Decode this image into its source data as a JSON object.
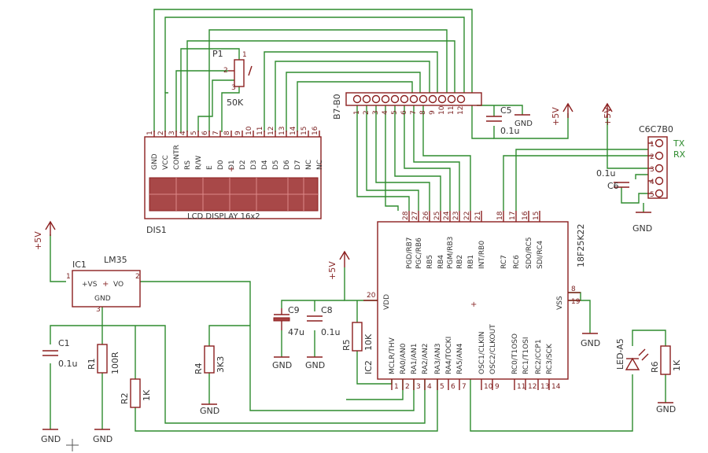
{
  "lcd": {
    "ref": "DIS1",
    "title": "LCD DISPLAY 16x2",
    "pins": [
      "GND",
      "VCC",
      "CONTR",
      "RS",
      "R/W",
      "E",
      "D0",
      "D1",
      "D2",
      "D3",
      "D4",
      "D5",
      "D6",
      "D7",
      "NC",
      "NC"
    ],
    "pin_numbers": [
      "1",
      "2",
      "3",
      "4",
      "5",
      "6",
      "7",
      "8",
      "9",
      "10",
      "11",
      "12",
      "13",
      "14",
      "15",
      "16"
    ]
  },
  "pot": {
    "ref": "P1",
    "value": "50K",
    "pins": [
      "1",
      "2",
      "3"
    ]
  },
  "header_b": {
    "ref": "B7-B0",
    "pins": [
      "1",
      "2",
      "3",
      "4",
      "5",
      "6",
      "7",
      "8",
      "9",
      "10",
      "11",
      "12"
    ]
  },
  "header_c": {
    "ref": "C6C7B0",
    "tx": "TX",
    "rx": "RX",
    "pins": [
      "1",
      "2",
      "3",
      "4",
      "5"
    ]
  },
  "mcu": {
    "ref": "IC2",
    "part": "18F25K22",
    "top_pins": [
      {
        "num": "28",
        "name": "PGD/RB7"
      },
      {
        "num": "27",
        "name": "PGC/RB6"
      },
      {
        "num": "26",
        "name": "RB5"
      },
      {
        "num": "25",
        "name": "RB4"
      },
      {
        "num": "24",
        "name": "PGM/RB3"
      },
      {
        "num": "23",
        "name": "RB2"
      },
      {
        "num": "22",
        "name": "RB1"
      },
      {
        "num": "21",
        "name": "INT/RB0"
      },
      {
        "num": "18",
        "name": "RC7"
      },
      {
        "num": "17",
        "name": "RC6"
      },
      {
        "num": "16",
        "name": "SDO/RC5"
      },
      {
        "num": "15",
        "name": "SDI/RC4"
      }
    ],
    "bottom_pins": [
      {
        "num": "1",
        "name": "MCLR/THV"
      },
      {
        "num": "2",
        "name": "RA0/AN0"
      },
      {
        "num": "3",
        "name": "RA1/AN1"
      },
      {
        "num": "4",
        "name": "RA2/AN2"
      },
      {
        "num": "5",
        "name": "RA3/AN3"
      },
      {
        "num": "6",
        "name": "RA4/TOCKI"
      },
      {
        "num": "7",
        "name": "RA5/AN4"
      },
      {
        "num": "10",
        "name": "OSC1/CLKIN"
      },
      {
        "num": "9",
        "name": "OSC2/CLKOUT"
      },
      {
        "num": "11",
        "name": "RC0/T1OSO"
      },
      {
        "num": "12",
        "name": "RC1/T1OSI"
      },
      {
        "num": "13",
        "name": "RC2/CCP1"
      },
      {
        "num": "14",
        "name": "RC3/SCK"
      }
    ],
    "vdd": {
      "num": "20",
      "name": "VDD"
    },
    "vss": {
      "num": "19",
      "name": "VSS"
    },
    "vss2": {
      "num": "8"
    }
  },
  "lm35": {
    "ref": "IC1",
    "part": "LM35",
    "vs": "+VS",
    "vo": "VO",
    "gnd": "GND",
    "pin1": "1",
    "pin2": "2",
    "pin3": "3"
  },
  "components": {
    "c1": {
      "ref": "C1",
      "value": "0.1u"
    },
    "c5": {
      "ref": "C5",
      "value": "0.1u"
    },
    "c6": {
      "ref": "C6",
      "value": "0.1u"
    },
    "c8": {
      "ref": "C8",
      "value": "0.1u"
    },
    "c9": {
      "ref": "C9",
      "value": "47u"
    },
    "r1": {
      "ref": "R1",
      "value": "100R"
    },
    "r2": {
      "ref": "R2",
      "value": "1K"
    },
    "r4": {
      "ref": "R4",
      "value": "3K3"
    },
    "r5": {
      "ref": "R5",
      "value": "10K"
    },
    "r6": {
      "ref": "R6",
      "value": "1K"
    },
    "led": {
      "ref": "LED-A5"
    }
  },
  "power": {
    "vcc": "+5V",
    "gnd": "GND"
  }
}
